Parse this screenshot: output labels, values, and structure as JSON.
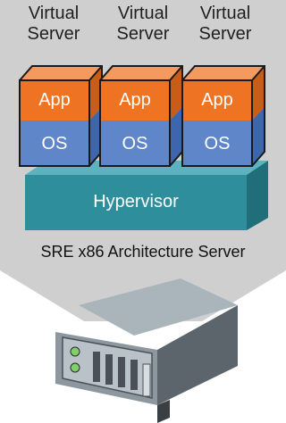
{
  "virtual_servers": [
    {
      "line1": "Virtual",
      "line2": "Server",
      "app_label": "App",
      "os_label": "OS"
    },
    {
      "line1": "Virtual",
      "line2": "Server",
      "app_label": "App",
      "os_label": "OS"
    },
    {
      "line1": "Virtual",
      "line2": "Server",
      "app_label": "App",
      "os_label": "OS"
    }
  ],
  "hypervisor_label": "Hypervisor",
  "server_caption": "SRE x86 Architecture Server",
  "colors": {
    "funnel": "#cfcfcf",
    "app": "#ee7424",
    "app_top": "#f49a5e",
    "app_side": "#c95c17",
    "os": "#5f86c9",
    "os_side": "#3e66ad",
    "hypervisor": "#2f8e9c",
    "hypervisor_top": "#5cb2bf",
    "hypervisor_side": "#1f6e7a",
    "server_body": "#8c979f",
    "server_dark": "#4a5057",
    "led": "#7fcf6a"
  },
  "icons": [
    "server-icon"
  ]
}
